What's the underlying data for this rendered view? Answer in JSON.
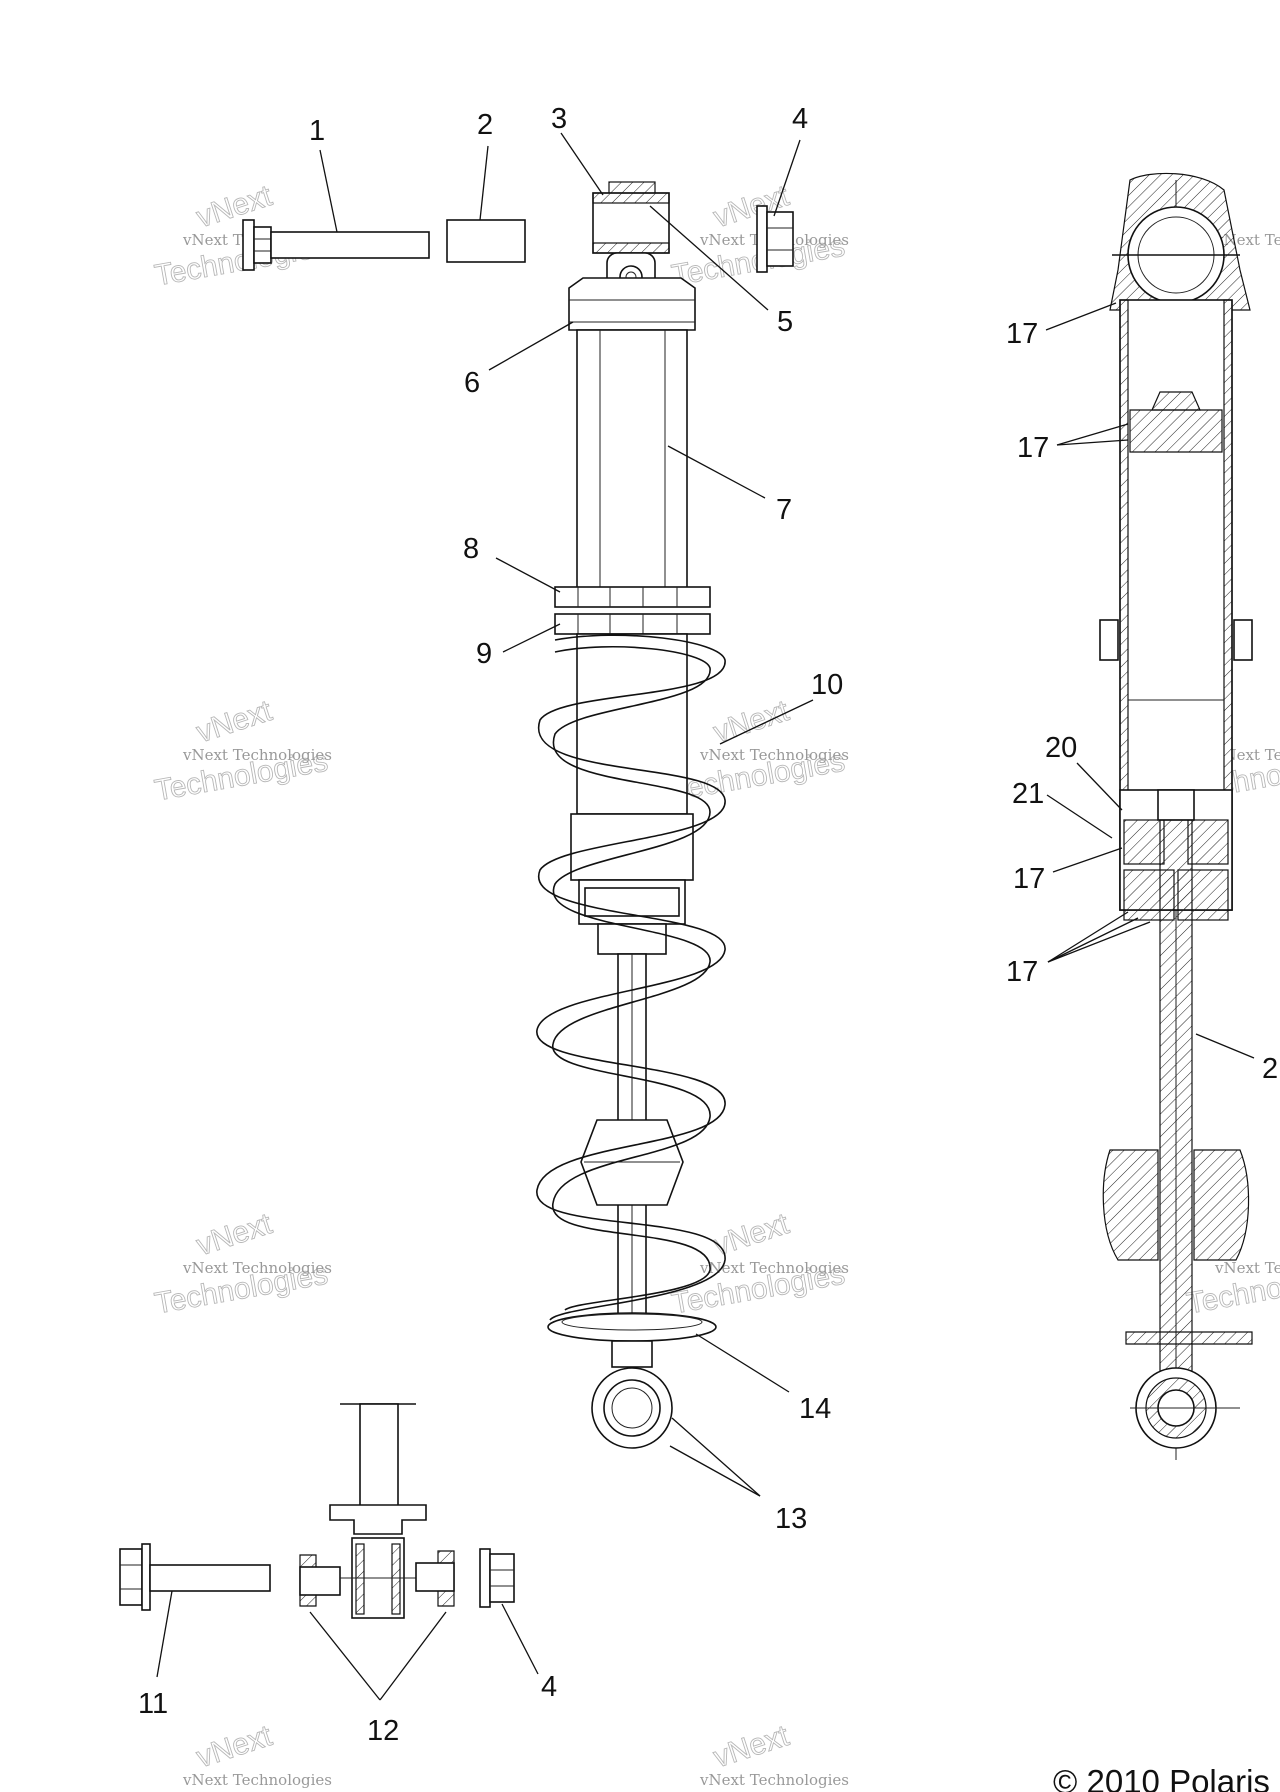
{
  "callouts": {
    "c1": "1",
    "c2": "2",
    "c3": "3",
    "c4a": "4",
    "c5": "5",
    "c6": "6",
    "c7": "7",
    "c8": "8",
    "c9": "9",
    "c10": "10",
    "c11": "11",
    "c12": "12",
    "c13": "13",
    "c14": "14",
    "c4b": "4",
    "c17a": "17",
    "c17b": "17",
    "c17c": "17",
    "c17d": "17",
    "c20": "20",
    "c21": "21",
    "c2x": "2"
  },
  "watermark": {
    "line1": "vNext Technologies",
    "line2": "vNext",
    "line3": "Technologies"
  },
  "copyright": "© 2010 Polaris"
}
